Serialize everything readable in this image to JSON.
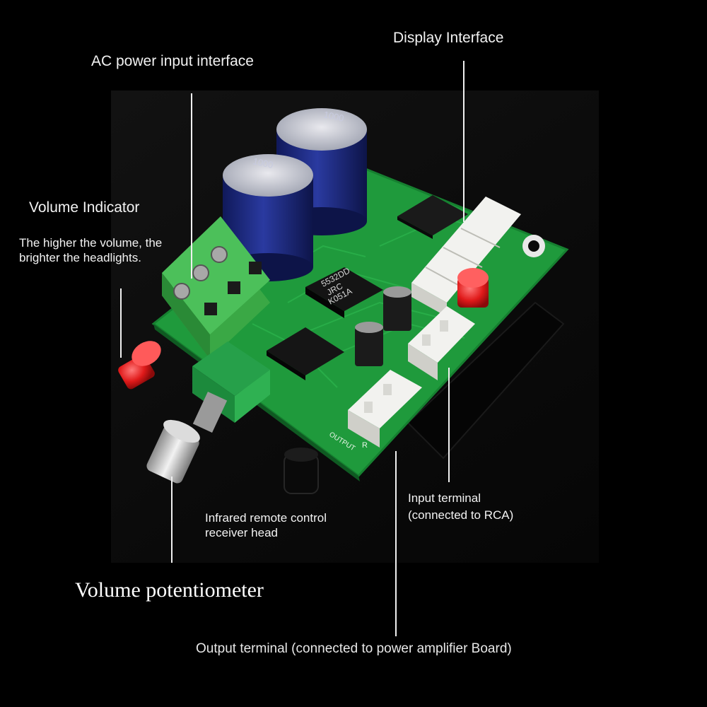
{
  "labels": {
    "display_interface": "Display Interface",
    "ac_power_input": "AC power input interface",
    "volume_indicator": "Volume Indicator",
    "volume_indicator_desc_line1": "The higher the volume, the",
    "volume_indicator_desc_line2": "brighter the headlights.",
    "input_terminal_line1": "Input terminal",
    "input_terminal_line2": "(connected to RCA)",
    "ir_receiver_line1": "Infrared remote control",
    "ir_receiver_line2": "receiver head",
    "volume_potentiometer": "Volume potentiometer",
    "output_terminal": "Output terminal (connected to power amplifier Board)"
  },
  "board_markings": {
    "chip_line1": "5532DD",
    "chip_line2": "JRC",
    "chip_line3": "K051A",
    "capacitor_text": "1000",
    "pcb_output": "OUTPUT",
    "pcb_r": "R"
  },
  "colors": {
    "background": "#000000",
    "pcb_green": "#1f9a3c",
    "terminal_green": "#3aa845",
    "capacitor_blue": "#1a2a78",
    "led_red": "#e01a1a",
    "connector_white": "#f2f2ef",
    "label_text": "#f2f2f2"
  }
}
